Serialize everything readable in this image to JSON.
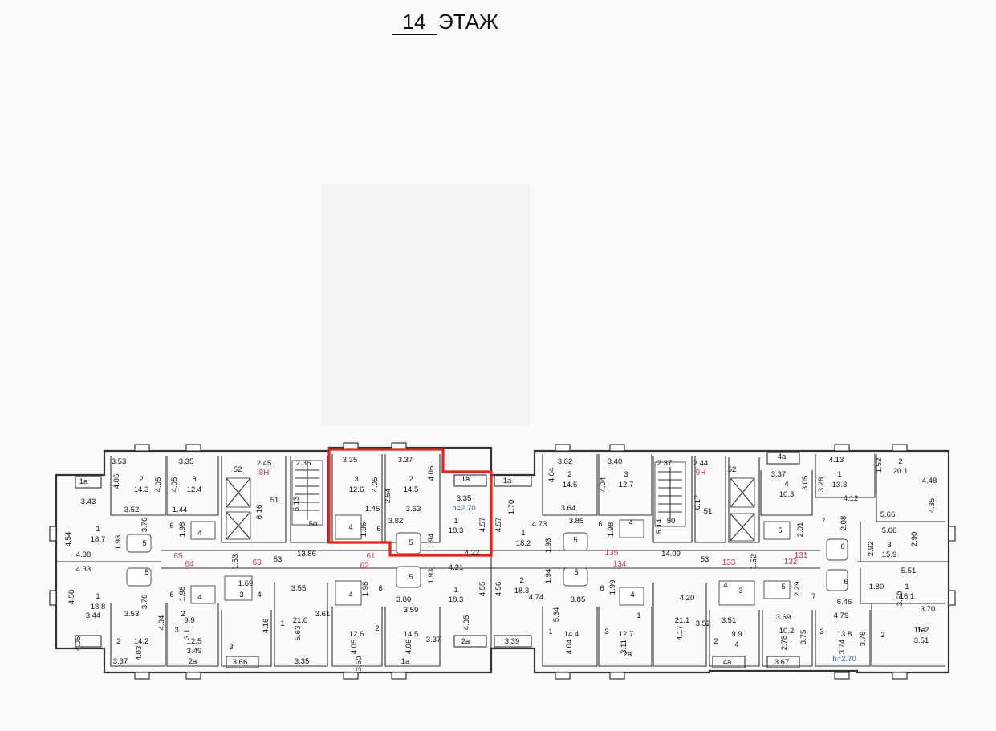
{
  "header": {
    "floor_number": "14",
    "floor_word": "ЭТАЖ"
  },
  "colors": {
    "highlight": "#e2231a",
    "apartment_number": "#d23c50",
    "ceiling_height": "#2a62b8",
    "wall": "#333333"
  },
  "highlighted_apartment": {
    "color": "#e2231a"
  },
  "labels": [
    {
      "t": "3.53"
    },
    {
      "t": "3.35"
    },
    {
      "t": "2.45"
    },
    {
      "t": "2.36"
    },
    {
      "t": "3.35"
    },
    {
      "t": "3.37"
    },
    {
      "t": "3.62"
    },
    {
      "t": "3.40"
    },
    {
      "t": "2.37"
    },
    {
      "t": "2.44"
    },
    {
      "t": "4.13"
    },
    {
      "t": "1.52"
    },
    {
      "t": "52"
    },
    {
      "t": "52"
    },
    {
      "t": "8Н",
      "c": "pink"
    },
    {
      "t": "9Н",
      "c": "pink"
    },
    {
      "t": "4.06"
    },
    {
      "t": "4.05"
    },
    {
      "t": "2"
    },
    {
      "t": "14.3"
    },
    {
      "t": "4.05"
    },
    {
      "t": "3"
    },
    {
      "t": "12.4"
    },
    {
      "t": "3"
    },
    {
      "t": "12.6"
    },
    {
      "t": "4.05"
    },
    {
      "t": "2.54"
    },
    {
      "t": "2"
    },
    {
      "t": "14.5"
    },
    {
      "t": "4.06"
    },
    {
      "t": "1a"
    },
    {
      "t": "3.35"
    },
    {
      "t": "h=2.70",
      "c": "blue"
    },
    {
      "t": "1a"
    },
    {
      "t": "1a"
    },
    {
      "t": "4.04"
    },
    {
      "t": "2"
    },
    {
      "t": "14.5"
    },
    {
      "t": "4.04"
    },
    {
      "t": "3"
    },
    {
      "t": "12.7"
    },
    {
      "t": "3.37"
    },
    {
      "t": "4"
    },
    {
      "t": "10.3"
    },
    {
      "t": "3.05"
    },
    {
      "t": "3.28"
    },
    {
      "t": "1"
    },
    {
      "t": "13.3"
    },
    {
      "t": "2"
    },
    {
      "t": "20.1"
    },
    {
      "t": "4.48"
    },
    {
      "t": "4a"
    },
    {
      "t": "4.12"
    },
    {
      "t": "4.35"
    },
    {
      "t": "5.66"
    },
    {
      "t": "3.43"
    },
    {
      "t": "3.52"
    },
    {
      "t": "1.44"
    },
    {
      "t": "51"
    },
    {
      "t": "6.16"
    },
    {
      "t": "5.13"
    },
    {
      "t": "50"
    },
    {
      "t": "1.45"
    },
    {
      "t": "3.63"
    },
    {
      "t": "3.64"
    },
    {
      "t": "6.17"
    },
    {
      "t": "51"
    },
    {
      "t": "5.14"
    },
    {
      "t": "50"
    },
    {
      "t": "4.54"
    },
    {
      "t": "1"
    },
    {
      "t": "18.7"
    },
    {
      "t": "3.76"
    },
    {
      "t": "6"
    },
    {
      "t": "1.98"
    },
    {
      "t": "1.93"
    },
    {
      "t": "4"
    },
    {
      "t": "5"
    },
    {
      "t": "4"
    },
    {
      "t": "1.96"
    },
    {
      "t": "6"
    },
    {
      "t": "3.82"
    },
    {
      "t": "5"
    },
    {
      "t": "1.94"
    },
    {
      "t": "1"
    },
    {
      "t": "18.3"
    },
    {
      "t": "4.57"
    },
    {
      "t": "4.57"
    },
    {
      "t": "1.70"
    },
    {
      "t": "4.73"
    },
    {
      "t": "1"
    },
    {
      "t": "18.2"
    },
    {
      "t": "3.85"
    },
    {
      "t": "6"
    },
    {
      "t": "1.98"
    },
    {
      "t": "4"
    },
    {
      "t": "5"
    },
    {
      "t": "5"
    },
    {
      "t": "2.01"
    },
    {
      "t": "7"
    },
    {
      "t": "2.08"
    },
    {
      "t": "5.66"
    },
    {
      "t": "2.90"
    },
    {
      "t": "3"
    },
    {
      "t": "15.9"
    },
    {
      "t": "2.92"
    },
    {
      "t": "6"
    },
    {
      "t": "4.38"
    },
    {
      "t": "65",
      "c": "pink"
    },
    {
      "t": "64",
      "c": "pink"
    },
    {
      "t": "1.53"
    },
    {
      "t": "63",
      "c": "pink"
    },
    {
      "t": "53"
    },
    {
      "t": "13.86"
    },
    {
      "t": "61",
      "c": "pink"
    },
    {
      "t": "62",
      "c": "pink"
    },
    {
      "t": "4.22"
    },
    {
      "t": "1.93"
    },
    {
      "t": "135",
      "c": "pink"
    },
    {
      "t": "134",
      "c": "pink"
    },
    {
      "t": "14.09"
    },
    {
      "t": "53"
    },
    {
      "t": "133",
      "c": "pink"
    },
    {
      "t": "1.52"
    },
    {
      "t": "131",
      "c": "pink"
    },
    {
      "t": "132",
      "c": "pink"
    },
    {
      "t": "4.33"
    },
    {
      "t": "5"
    },
    {
      "t": "1.93"
    },
    {
      "t": "5"
    },
    {
      "t": "4.21"
    },
    {
      "t": "1.94"
    },
    {
      "t": "5"
    },
    {
      "t": "6"
    },
    {
      "t": "5.51"
    },
    {
      "t": "4.58"
    },
    {
      "t": "1"
    },
    {
      "t": "18.8"
    },
    {
      "t": "3.76"
    },
    {
      "t": "6"
    },
    {
      "t": "1.98"
    },
    {
      "t": "4"
    },
    {
      "t": "3"
    },
    {
      "t": "4"
    },
    {
      "t": "1.69"
    },
    {
      "t": "3.55"
    },
    {
      "t": "4"
    },
    {
      "t": "1.98"
    },
    {
      "t": "6"
    },
    {
      "t": "3.80"
    },
    {
      "t": "1"
    },
    {
      "t": "18.3"
    },
    {
      "t": "4.55"
    },
    {
      "t": "4.56"
    },
    {
      "t": "2"
    },
    {
      "t": "18.3"
    },
    {
      "t": "4.74"
    },
    {
      "t": "3.85"
    },
    {
      "t": "6"
    },
    {
      "t": "1.99"
    },
    {
      "t": "4"
    },
    {
      "t": "4.20"
    },
    {
      "t": "4"
    },
    {
      "t": "3"
    },
    {
      "t": "5"
    },
    {
      "t": "2.29"
    },
    {
      "t": "7"
    },
    {
      "t": "1.80"
    },
    {
      "t": "1"
    },
    {
      "t": "16.1"
    },
    {
      "t": "3.50"
    },
    {
      "t": "3.70"
    },
    {
      "t": "6.46"
    },
    {
      "t": "3.44"
    },
    {
      "t": "3.53"
    },
    {
      "t": "2"
    },
    {
      "t": "9.9"
    },
    {
      "t": "3.11"
    },
    {
      "t": "4.16"
    },
    {
      "t": "1"
    },
    {
      "t": "21.0"
    },
    {
      "t": "5.63"
    },
    {
      "t": "3.61"
    },
    {
      "t": "3.59"
    },
    {
      "t": "5.64"
    },
    {
      "t": "1"
    },
    {
      "t": "21.1"
    },
    {
      "t": "4.17"
    },
    {
      "t": "3.52"
    },
    {
      "t": "3.51"
    },
    {
      "t": "3.69"
    },
    {
      "t": "4.79"
    },
    {
      "t": "1a"
    },
    {
      "t": "4.05"
    },
    {
      "t": "2"
    },
    {
      "t": "14.2"
    },
    {
      "t": "4.03"
    },
    {
      "t": "4.04"
    },
    {
      "t": "3"
    },
    {
      "t": "12.5"
    },
    {
      "t": "3.49"
    },
    {
      "t": "3"
    },
    {
      "t": "12.6"
    },
    {
      "t": "4.05"
    },
    {
      "t": "2"
    },
    {
      "t": "14.5"
    },
    {
      "t": "4.06"
    },
    {
      "t": "3.37"
    },
    {
      "t": "4.05"
    },
    {
      "t": "1"
    },
    {
      "t": "14.4"
    },
    {
      "t": "4.04"
    },
    {
      "t": "3"
    },
    {
      "t": "12.7"
    },
    {
      "t": "3.11"
    },
    {
      "t": "2"
    },
    {
      "t": "9.9"
    },
    {
      "t": "4"
    },
    {
      "t": "10.2"
    },
    {
      "t": "2.78"
    },
    {
      "t": "3.75"
    },
    {
      "t": "3"
    },
    {
      "t": "13.8"
    },
    {
      "t": "3.74"
    },
    {
      "t": "3.76"
    },
    {
      "t": "2"
    },
    {
      "t": "15.2"
    },
    {
      "t": "3.51"
    },
    {
      "t": "3.37"
    },
    {
      "t": "2a"
    },
    {
      "t": "3.66"
    },
    {
      "t": "3.35"
    },
    {
      "t": "3.50"
    },
    {
      "t": "1a"
    },
    {
      "t": "2a"
    },
    {
      "t": "3.39"
    },
    {
      "t": "2a"
    },
    {
      "t": "4a"
    },
    {
      "t": "3.67"
    },
    {
      "t": "h=2.70",
      "c": "blue"
    }
  ]
}
